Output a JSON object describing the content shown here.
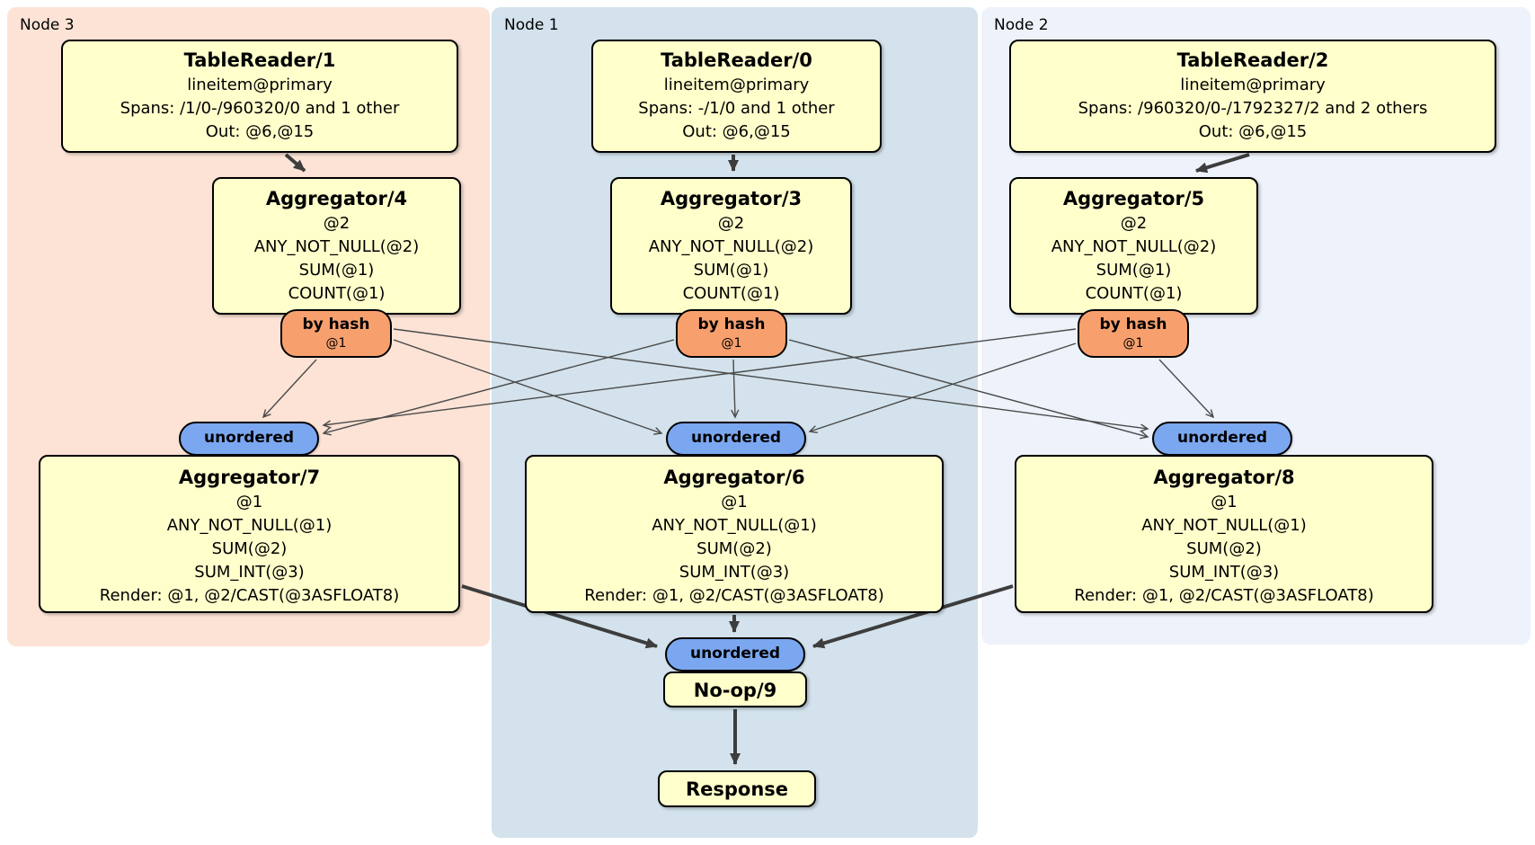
{
  "groups": [
    {
      "id": "node3",
      "label": "Node 3"
    },
    {
      "id": "node1",
      "label": "Node 1"
    },
    {
      "id": "node2",
      "label": "Node 2"
    }
  ],
  "nodes": {
    "tr1": {
      "title": "TableReader/1",
      "lines": [
        "lineitem@primary",
        "Spans: /1/0-/960320/0 and 1 other",
        "Out: @6,@15"
      ]
    },
    "tr0": {
      "title": "TableReader/0",
      "lines": [
        "lineitem@primary",
        "Spans: -/1/0 and 1 other",
        "Out: @6,@15"
      ]
    },
    "tr2": {
      "title": "TableReader/2",
      "lines": [
        "lineitem@primary",
        "Spans: /960320/0-/1792327/2 and 2 others",
        "Out: @6,@15"
      ]
    },
    "agg4": {
      "title": "Aggregator/4",
      "lines": [
        "@2",
        "ANY_NOT_NULL(@2)",
        "SUM(@1)",
        "COUNT(@1)"
      ]
    },
    "agg3": {
      "title": "Aggregator/3",
      "lines": [
        "@2",
        "ANY_NOT_NULL(@2)",
        "SUM(@1)",
        "COUNT(@1)"
      ]
    },
    "agg5": {
      "title": "Aggregator/5",
      "lines": [
        "@2",
        "ANY_NOT_NULL(@2)",
        "SUM(@1)",
        "COUNT(@1)"
      ]
    },
    "agg7": {
      "title": "Aggregator/7",
      "lines": [
        "@1",
        "ANY_NOT_NULL(@1)",
        "SUM(@2)",
        "SUM_INT(@3)",
        "Render: @1, @2/CAST(@3ASFLOAT8)"
      ]
    },
    "agg6": {
      "title": "Aggregator/6",
      "lines": [
        "@1",
        "ANY_NOT_NULL(@1)",
        "SUM(@2)",
        "SUM_INT(@3)",
        "Render: @1, @2/CAST(@3ASFLOAT8)"
      ]
    },
    "agg8": {
      "title": "Aggregator/8",
      "lines": [
        "@1",
        "ANY_NOT_NULL(@1)",
        "SUM(@2)",
        "SUM_INT(@3)",
        "Render: @1, @2/CAST(@3ASFLOAT8)"
      ]
    },
    "noop": {
      "title": "No-op/9"
    },
    "response": {
      "title": "Response"
    }
  },
  "routers": [
    {
      "label": "by hash",
      "sub": "@1"
    },
    {
      "label": "by hash",
      "sub": "@1"
    },
    {
      "label": "by hash",
      "sub": "@1"
    }
  ],
  "streams": [
    "unordered",
    "unordered",
    "unordered",
    "unordered"
  ],
  "colors": {
    "node3_bg": "#fce3d5",
    "node1_bg": "#d3e2ec",
    "node2_bg": "#eef2fa",
    "processor_bg": "#ffffcc",
    "router_bg": "#f7a06e",
    "stream_bg": "#7ba7f0",
    "edge_thin": "#4a4a4a",
    "edge_thick": "#3d3d3d"
  }
}
